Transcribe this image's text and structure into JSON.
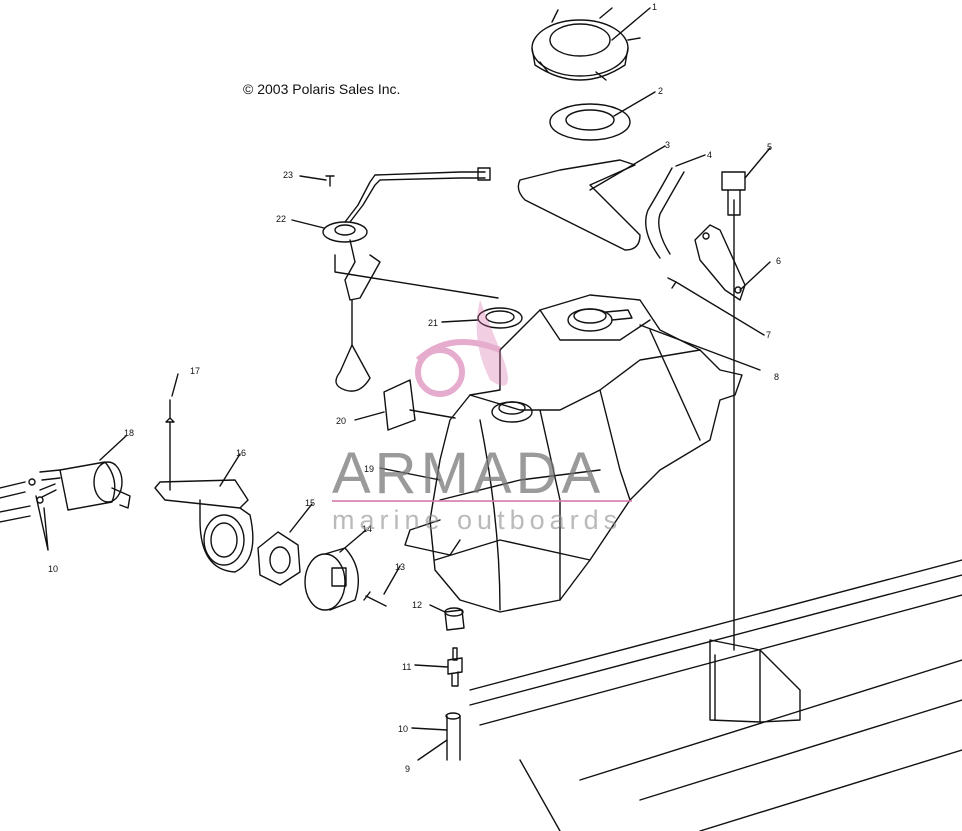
{
  "copyright": "© 2003 Polaris Sales Inc.",
  "watermark": {
    "title": "ARMADA",
    "subtitle": "marine outboards",
    "color": "#d36aa6"
  },
  "callouts": [
    "1",
    "2",
    "3",
    "4",
    "5",
    "6",
    "7",
    "8",
    "9",
    "10",
    "10",
    "11",
    "12",
    "13",
    "14",
    "15",
    "16",
    "17",
    "18",
    "19",
    "20",
    "21",
    "22",
    "23"
  ]
}
